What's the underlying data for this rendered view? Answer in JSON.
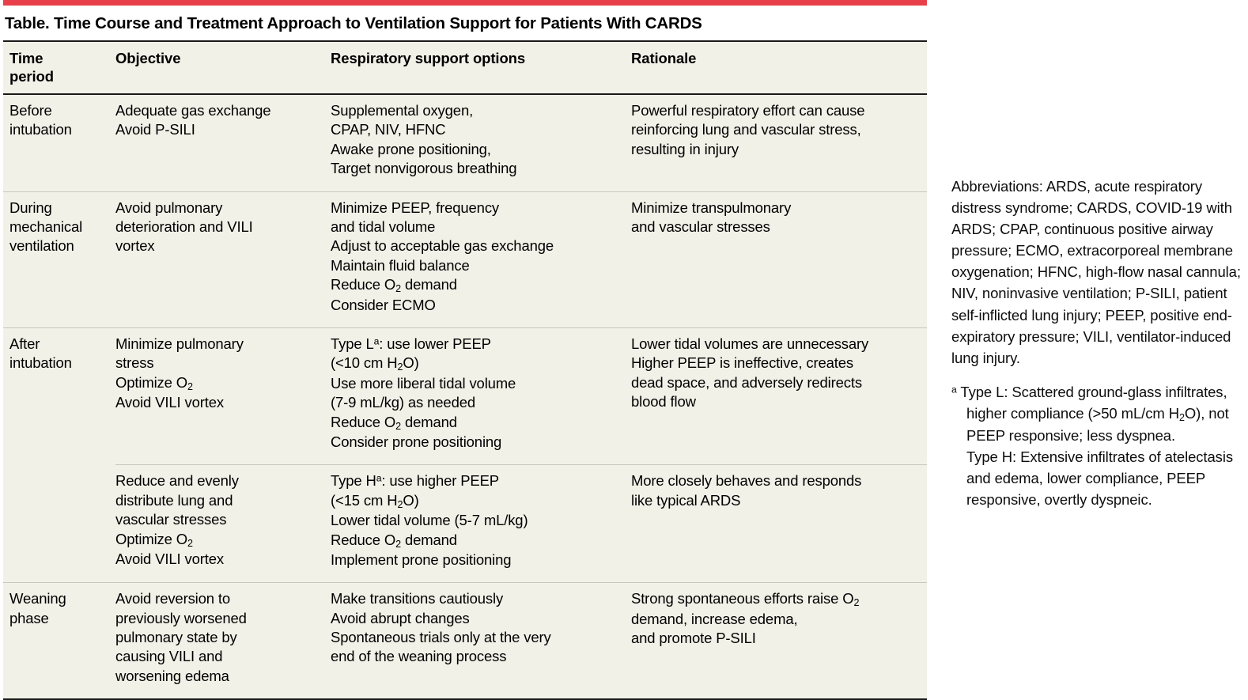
{
  "accent_color": "#e8404a",
  "table_background": "#f2f1e8",
  "title": "Table. Time Course and Treatment Approach to Ventilation Support for Patients With CARDS",
  "columns": {
    "time_period": "Time\nperiod",
    "time_period_line1": "Time",
    "time_period_line2": "period",
    "objective": "Objective",
    "respiratory": "Respiratory support options",
    "rationale": "Rationale"
  },
  "rows": [
    {
      "time_period": [
        "Before",
        "intubation"
      ],
      "objective": [
        "Adequate gas exchange",
        "Avoid P-SILI"
      ],
      "respiratory": [
        "Supplemental oxygen,",
        "CPAP, NIV, HFNC",
        "Awake prone positioning,",
        "Target nonvigorous breathing"
      ],
      "rationale": [
        "Powerful respiratory effort can cause",
        "reinforcing lung and vascular stress,",
        "resulting in injury"
      ]
    },
    {
      "time_period": [
        "During",
        "mechanical",
        "ventilation"
      ],
      "objective": [
        "Avoid pulmonary",
        "deterioration and VILI",
        "vortex"
      ],
      "respiratory": [
        "Minimize PEEP, frequency",
        "and tidal volume",
        "Adjust to acceptable gas exchange",
        "Maintain fluid balance",
        "Reduce O₂ demand",
        "Consider ECMO"
      ],
      "rationale": [
        "Minimize transpulmonary",
        "and vascular stresses"
      ]
    },
    {
      "time_period": [
        "After",
        "intubation"
      ],
      "objective": [
        "Minimize pulmonary",
        "stress",
        "Optimize O₂",
        "Avoid VILI vortex"
      ],
      "respiratory": [
        "Type Lᵃ: use lower PEEP",
        "(<10 cm H₂O)",
        "Use more liberal tidal volume",
        "(7-9 mL/kg) as needed",
        "Reduce O₂ demand",
        "Consider prone positioning"
      ],
      "rationale": [
        "Lower tidal volumes are unnecessary",
        "Higher PEEP is ineffective, creates",
        "dead space, and adversely redirects",
        "blood flow"
      ]
    },
    {
      "time_period": [],
      "objective": [
        "Reduce and evenly",
        "distribute lung and",
        "vascular stresses",
        "Optimize O₂",
        "Avoid VILI vortex"
      ],
      "respiratory": [
        "Type Hᵃ: use higher PEEP",
        "(<15 cm H₂O)",
        "Lower tidal volume (5-7 mL/kg)",
        "Reduce O₂ demand",
        "Implement prone positioning"
      ],
      "rationale": [
        "More closely behaves and responds",
        "like typical ARDS"
      ]
    },
    {
      "time_period": [
        "Weaning",
        "phase"
      ],
      "objective": [
        "Avoid reversion to",
        "previously worsened",
        "pulmonary state by",
        "causing VILI and",
        "worsening edema"
      ],
      "respiratory": [
        "Make transitions cautiously",
        "Avoid abrupt changes",
        "Spontaneous trials only at the very",
        "end of the weaning process"
      ],
      "rationale": [
        "Strong spontaneous efforts raise O₂",
        "demand, increase edema,",
        "and promote P-SILI"
      ]
    }
  ],
  "notes": {
    "abbreviations": "Abbreviations: ARDS, acute respiratory distress syndrome; CARDS, COVID-19 with ARDS; CPAP, continuous positive airway pressure; ECMO, extracorporeal membrane oxygenation; HFNC, high-flow nasal cannula; NIV, noninvasive ventilation; P-SILI, patient self-inflicted lung injury; PEEP, positive end-expiratory pressure; VILI, ventilator-induced lung injury.",
    "footnote_marker": "a",
    "footnote_type_l": "Type L: Scattered ground-glass infiltrates, higher compliance (>50 mL/cm H₂O), not PEEP responsive; less dyspnea.",
    "footnote_type_h": "Type H: Extensive infiltrates of atelectasis and edema, lower compliance, PEEP responsive, overtly dyspneic."
  }
}
